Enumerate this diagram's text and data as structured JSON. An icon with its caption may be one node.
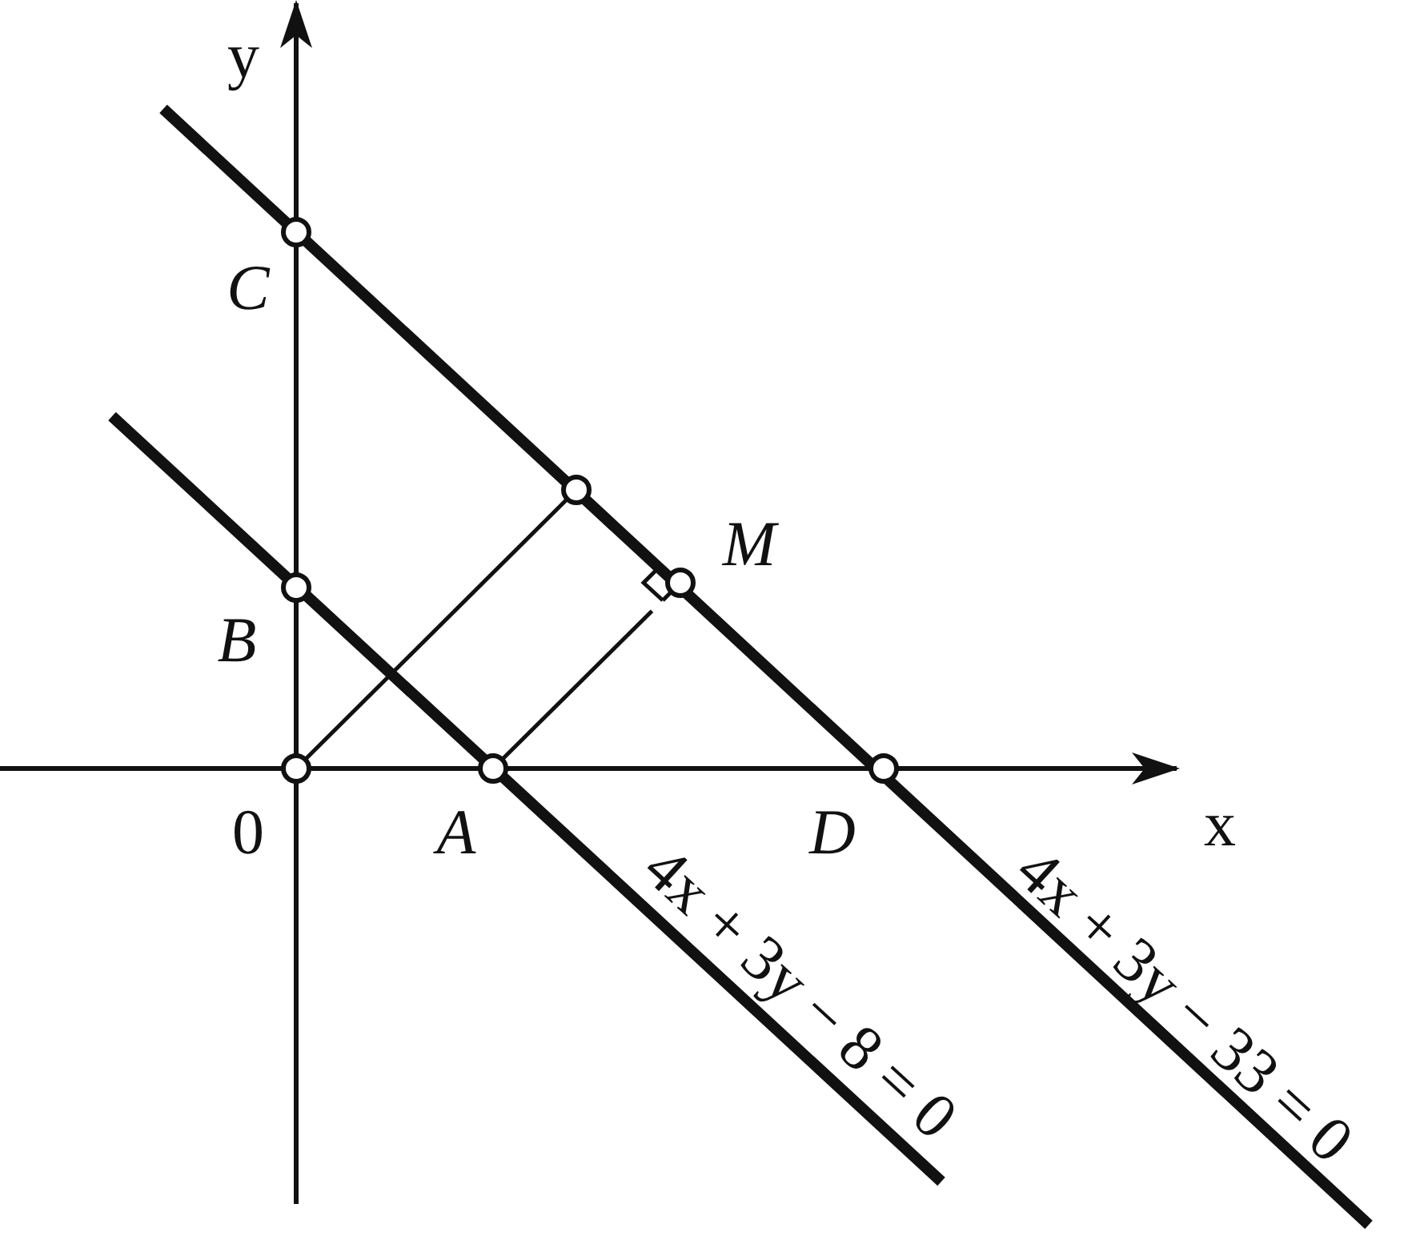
{
  "diagram": {
    "nodes": [
      {
        "text": [
          "C"
        ]
      },
      {
        "text": [],
        "shape": "circle"
      },
      {
        "text": [
          "M"
        ]
      },
      {
        "text": [
          "B"
        ]
      },
      {
        "text": [
          "0"
        ]
      },
      {
        "text": [
          "A"
        ]
      },
      {
        "text": [
          "D"
        ]
      }
    ],
    "edges": [
      {
        "from": 4,
        "to": 1,
        "arrow": "none"
      },
      {
        "from": 5,
        "to": 2,
        "arrow": "none"
      }
    ],
    "labels": [
      "y",
      "x",
      "4x + 3y − 8 = 0",
      "4x + 3y − 33 = 0"
    ]
  }
}
